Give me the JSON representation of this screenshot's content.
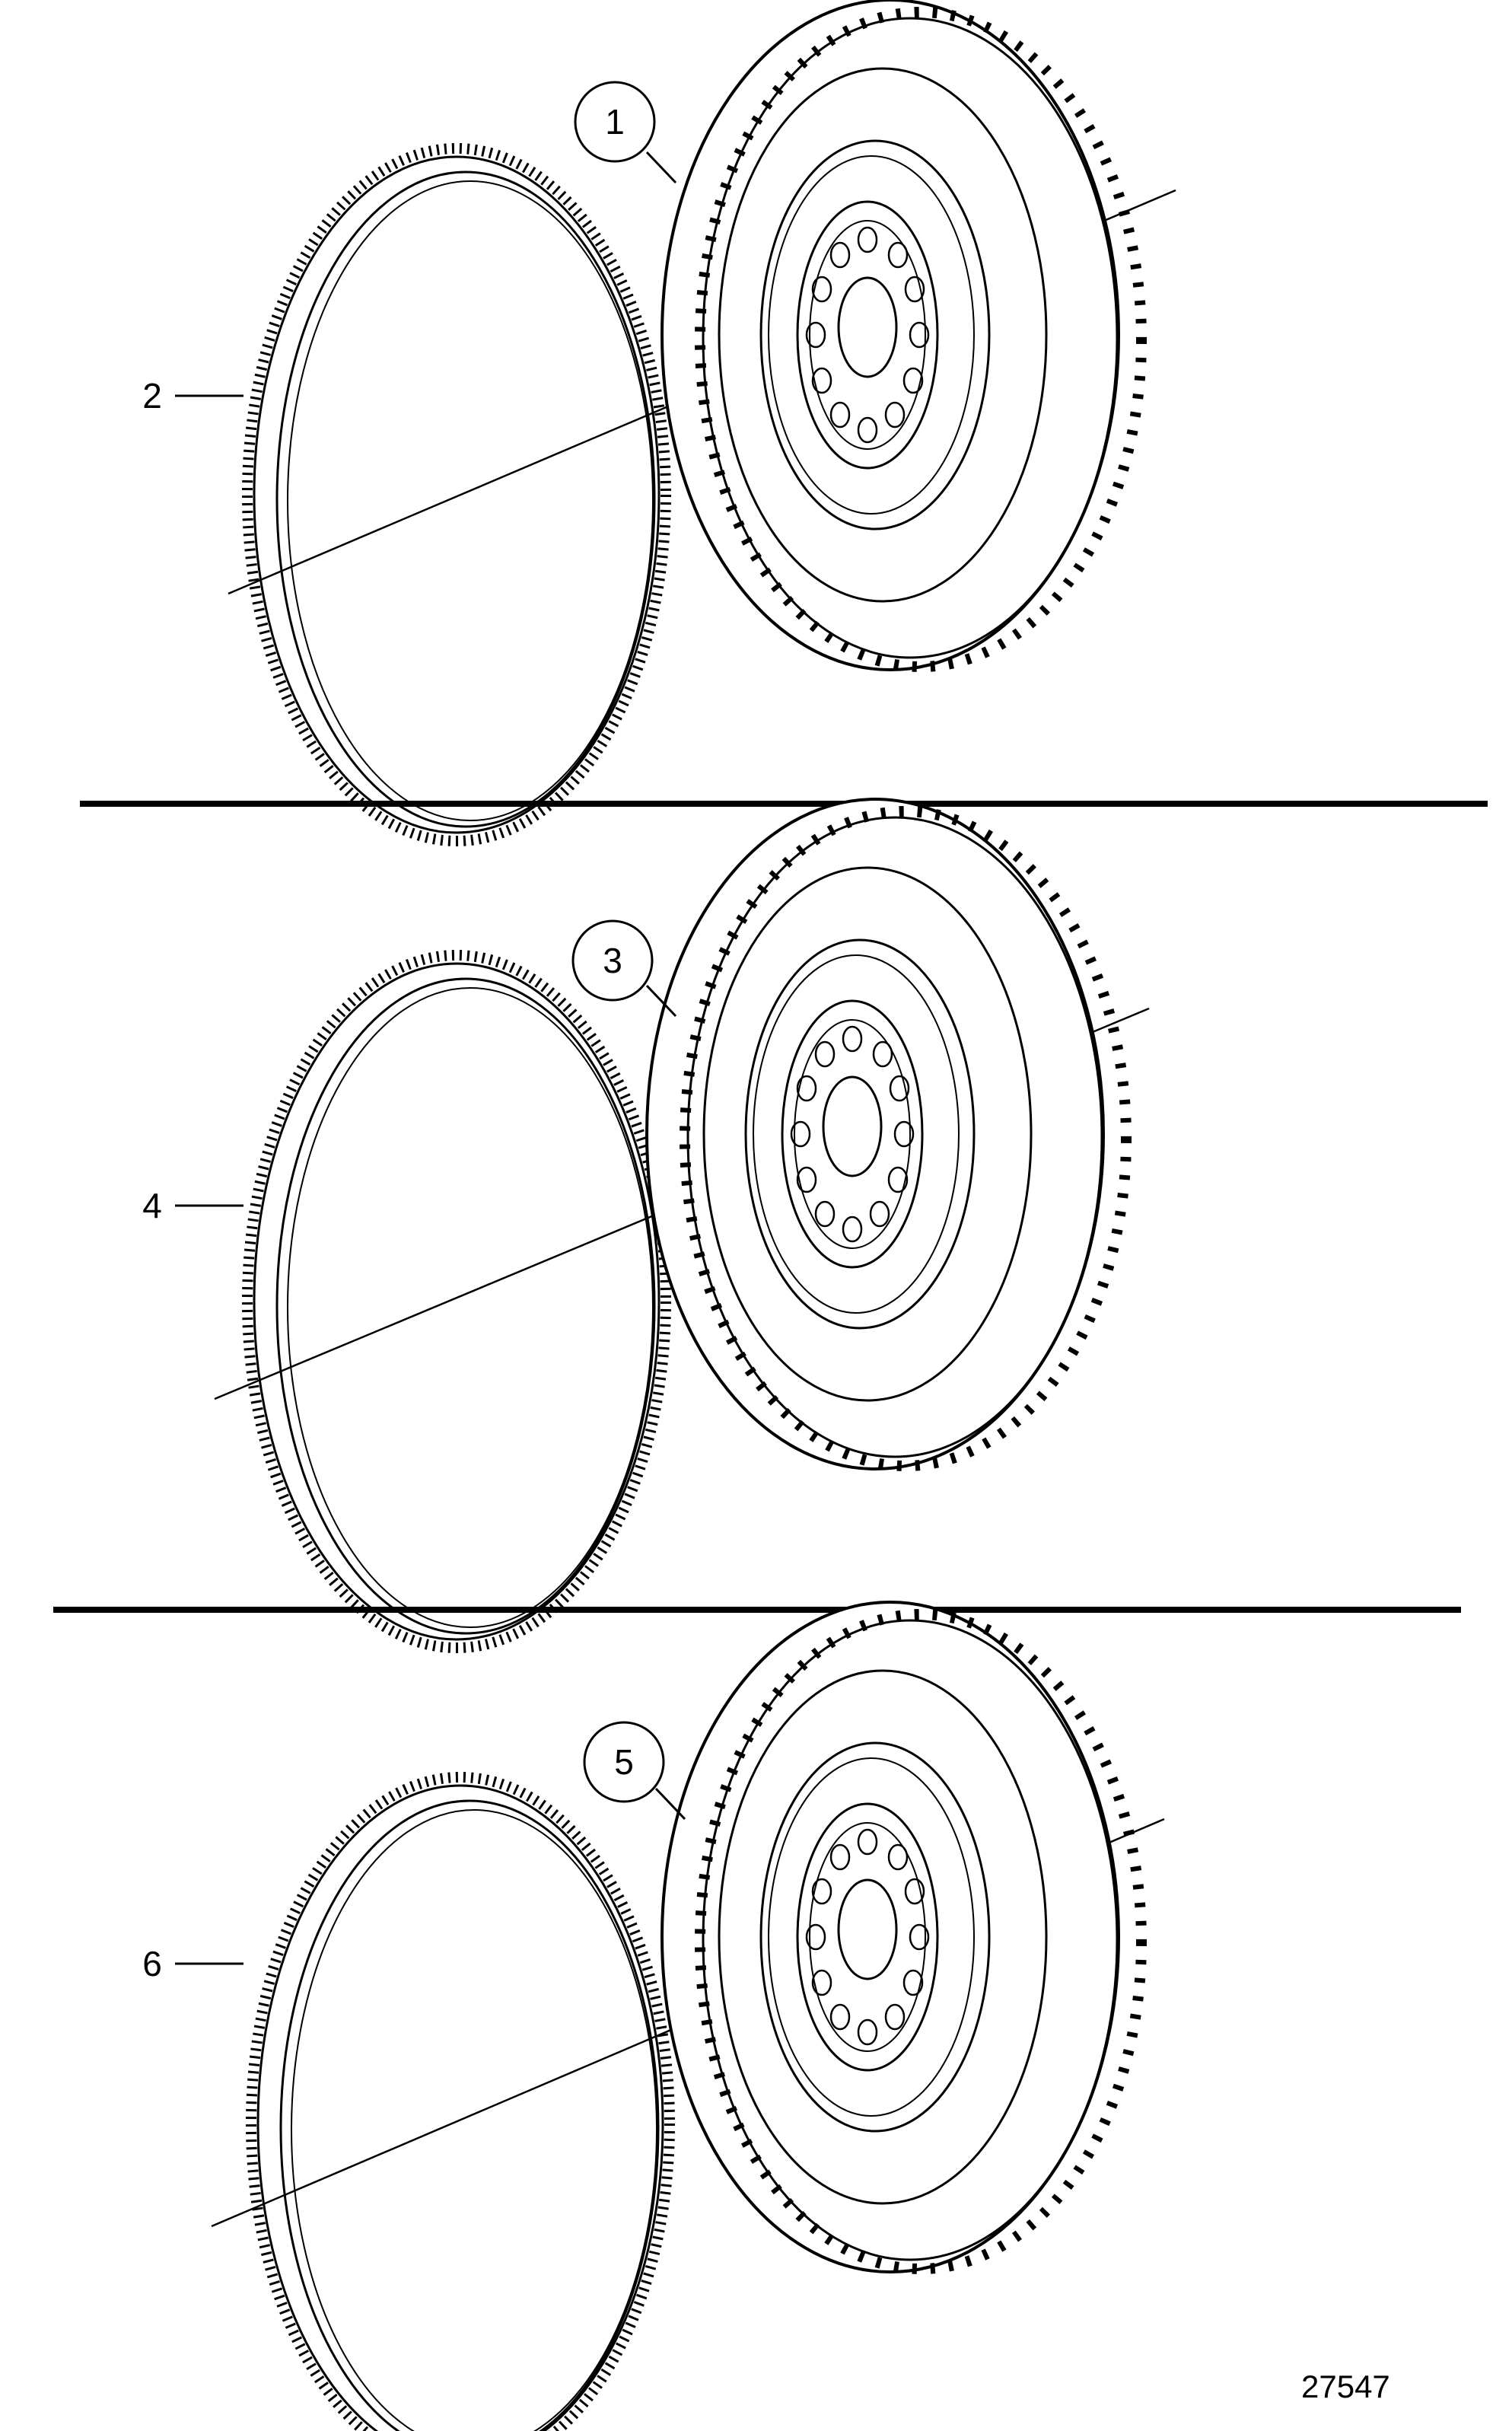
{
  "callouts": [
    {
      "id": "1",
      "text": "1"
    },
    {
      "id": "2",
      "text": "2"
    },
    {
      "id": "3",
      "text": "3"
    },
    {
      "id": "4",
      "text": "4"
    },
    {
      "id": "5",
      "text": "5"
    },
    {
      "id": "6",
      "text": "6"
    }
  ],
  "figure_number": "27547",
  "palette": {
    "line": "#000000",
    "background": "#ffffff"
  }
}
